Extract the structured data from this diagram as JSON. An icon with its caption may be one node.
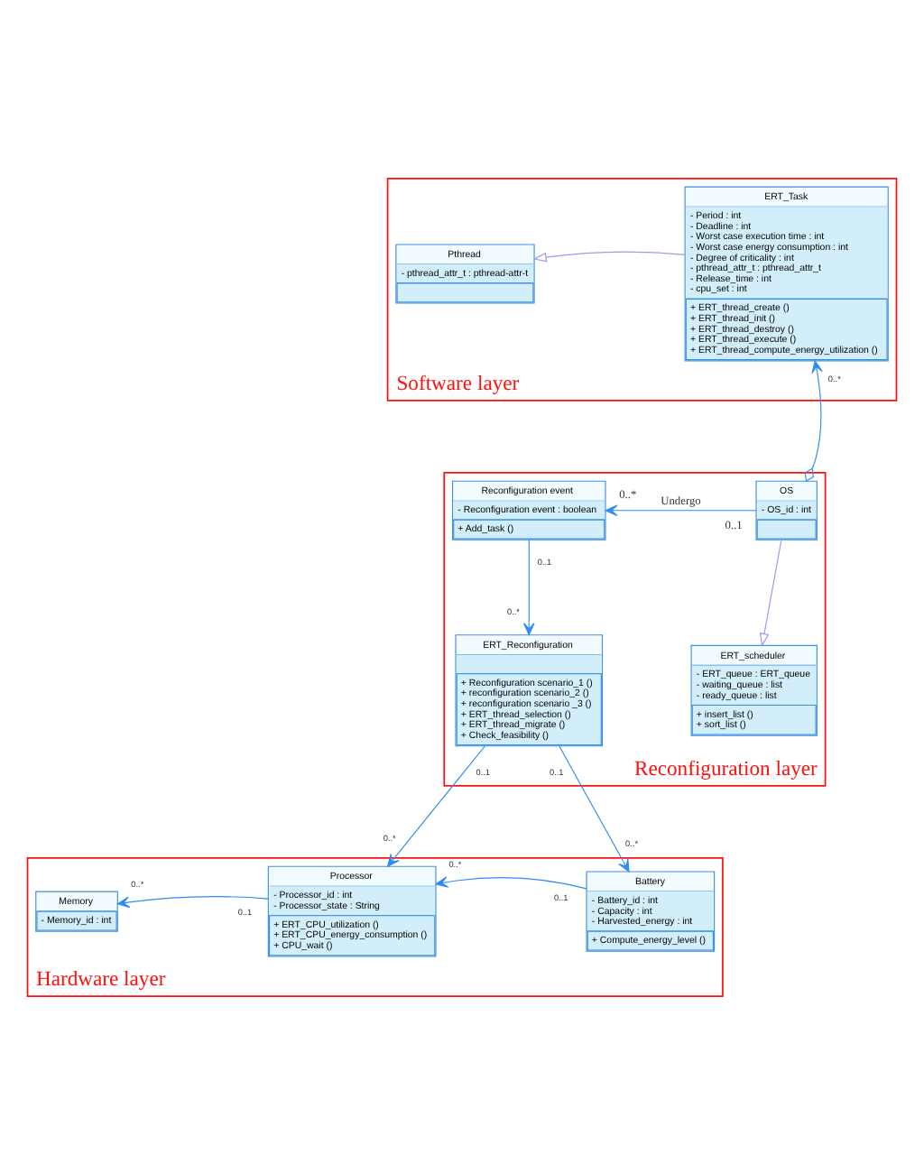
{
  "diagram": {
    "nodes": [
      {
        "text": [
          "Software layer"
        ]
      },
      {
        "text": [
          "Pthread",
          "- pthread_attr_t : pthread-attr-t"
        ],
        "in": 0
      },
      {
        "text": [
          "ERT_Task",
          "- Period : int",
          "- Deadline : int",
          "- Worst case execution time : int",
          "- Worst case energy consumption : int",
          "- Degree of criticality : int",
          "- pthread_attr_t : pthread_attr_t",
          "- Release_time : int",
          "- cpu_set : int",
          "+ ERT_thread_create ()",
          "+ ERT_thread_init ()",
          "+ ERT_thread_destroy ()",
          "+ ERT_thread_execute ()",
          "+ ERT_thread_compute_energy_utilization ()"
        ],
        "in": 0
      },
      {
        "text": [
          "Reconfiguration layer"
        ]
      },
      {
        "text": [
          "Reconfiguration event",
          "- Reconfiguration event : boolean",
          "+ Add_task ()"
        ],
        "in": 3
      },
      {
        "text": [
          "OS",
          "- OS_id : int"
        ],
        "in": 3
      },
      {
        "text": [
          "ERT_Reconfiguration",
          "+ Reconfiguration scenario_1 ()",
          "+ reconfiguration scenario_2 ()",
          "+ reconfiguration scenario _3 ()",
          "+ ERT_thread_selection ()",
          "+ ERT_thread_migrate ()",
          "+ Check_feasibility ()"
        ],
        "in": 3
      },
      {
        "text": [
          "ERT_scheduler",
          "- ERT_queue : ERT_queue",
          "- waiting_queue : list",
          "- ready_queue : list",
          "+ insert_list ()",
          "+ sort_list ()"
        ],
        "in": 3
      },
      {
        "text": [
          "Hardware layer"
        ]
      },
      {
        "text": [
          "Memory",
          "- Memory_id : int"
        ],
        "in": 8
      },
      {
        "text": [
          "Processor",
          "- Processor_id : int",
          "- Processor_state : String",
          "+ ERT_CPU_utilization ()",
          "+ ERT_CPU_energy_consumption ()",
          "+ CPU_wait ()"
        ],
        "in": 8
      },
      {
        "text": [
          "Battery",
          "- Battery_id : int",
          "- Capacity : int",
          "- Harvested_energy : int",
          "+ Compute_energy_level ()"
        ],
        "in": 8
      }
    ],
    "edges": [
      {
        "from": 2,
        "to": 1,
        "arrow": "to",
        "color": "#9a9af0"
      },
      {
        "from": 5,
        "to": 2,
        "arrow": "to"
      },
      {
        "from": 5,
        "to": 4,
        "arrow": "to",
        "label": "Undergo"
      },
      {
        "from": 5,
        "to": 7,
        "arrow": "to",
        "color": "#9a9af0"
      },
      {
        "from": 4,
        "to": 6,
        "arrow": "to"
      },
      {
        "from": 6,
        "to": 10,
        "arrow": "to"
      },
      {
        "from": 6,
        "to": 11,
        "arrow": "to"
      },
      {
        "from": 10,
        "to": 9,
        "arrow": "to"
      },
      {
        "from": 11,
        "to": 10,
        "arrow": "to"
      }
    ],
    "labels": [
      "0..*",
      "0..*",
      "0..1",
      "0..1",
      "0..*",
      "0..1",
      "0..1",
      "0..*",
      "0..*",
      "0..*",
      "0..*",
      "0..1",
      "0..1"
    ]
  }
}
